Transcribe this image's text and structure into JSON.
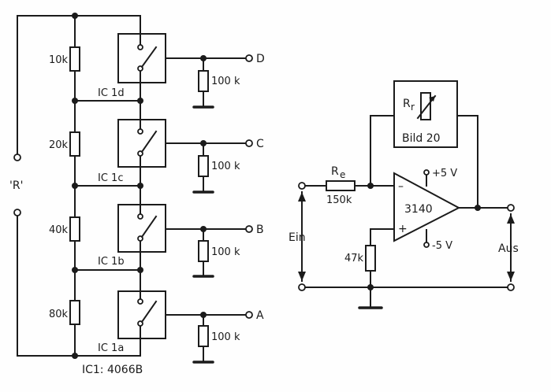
{
  "left_circuit": {
    "ladder_resistors": [
      "10k",
      "20k",
      "40k",
      "80k"
    ],
    "switch_labels": [
      "IC 1d",
      "IC 1c",
      "IC 1b",
      "IC 1a"
    ],
    "output_resistor_label": "100 k",
    "outputs": [
      "D",
      "C",
      "B",
      "A"
    ],
    "r_label": "'R'",
    "ic_label": "IC1: 4066B"
  },
  "right_circuit": {
    "feedback_label": "R",
    "feedback_subscript": "r",
    "feedback_box_label": "Bild 20",
    "input_resistor_label": "R",
    "input_resistor_subscript": "e",
    "input_resistor_value": "150k",
    "opamp_label": "3140",
    "supply_positive": "+5 V",
    "supply_negative": "-5 V",
    "inverting_sign": "–",
    "noninverting_sign": "+",
    "ground_resistor_label": "47k",
    "input_label": "Ein",
    "output_label": "Aus"
  }
}
